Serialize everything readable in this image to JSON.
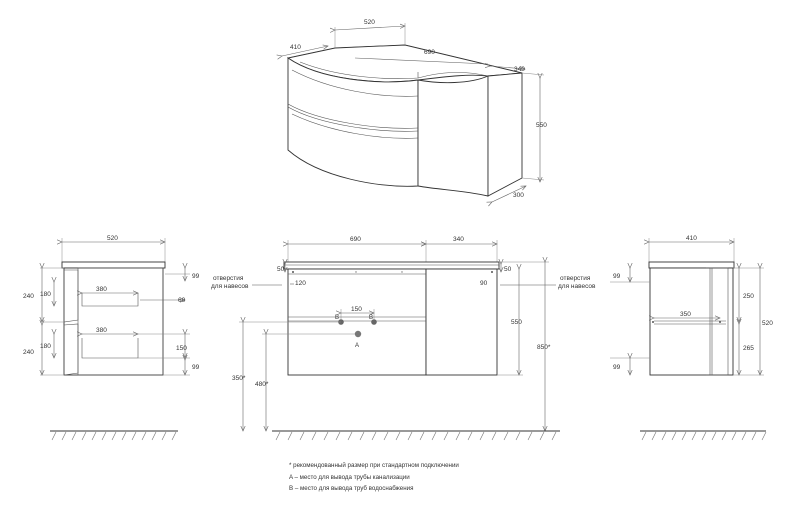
{
  "iso_view": {
    "dims": [
      "520",
      "410",
      "690",
      "340",
      "550",
      "300"
    ]
  },
  "side_left": {
    "width": "520",
    "dims": [
      "240",
      "180",
      "380",
      "99",
      "60",
      "240",
      "180",
      "380",
      "150",
      "99"
    ]
  },
  "front": {
    "width_main": "690",
    "width_side": "340",
    "mount_note_left": [
      "отверстия",
      "для навесов"
    ],
    "mount_note_right": [
      "отверстия",
      "для навесов"
    ],
    "dims": [
      "50",
      "120",
      "50",
      "90",
      "150",
      "550",
      "850*",
      "350*",
      "480*"
    ],
    "marker_b1": "B",
    "marker_b2": "B",
    "marker_a": "A"
  },
  "side_right": {
    "width": "410",
    "dims": [
      "99",
      "250",
      "350",
      "520",
      "265",
      "99"
    ]
  },
  "notes": [
    "* рекомендованный размер при стандартном подключении",
    "A – место для вывода трубы канализации",
    "B – место для вывода труб водоснабжения"
  ]
}
